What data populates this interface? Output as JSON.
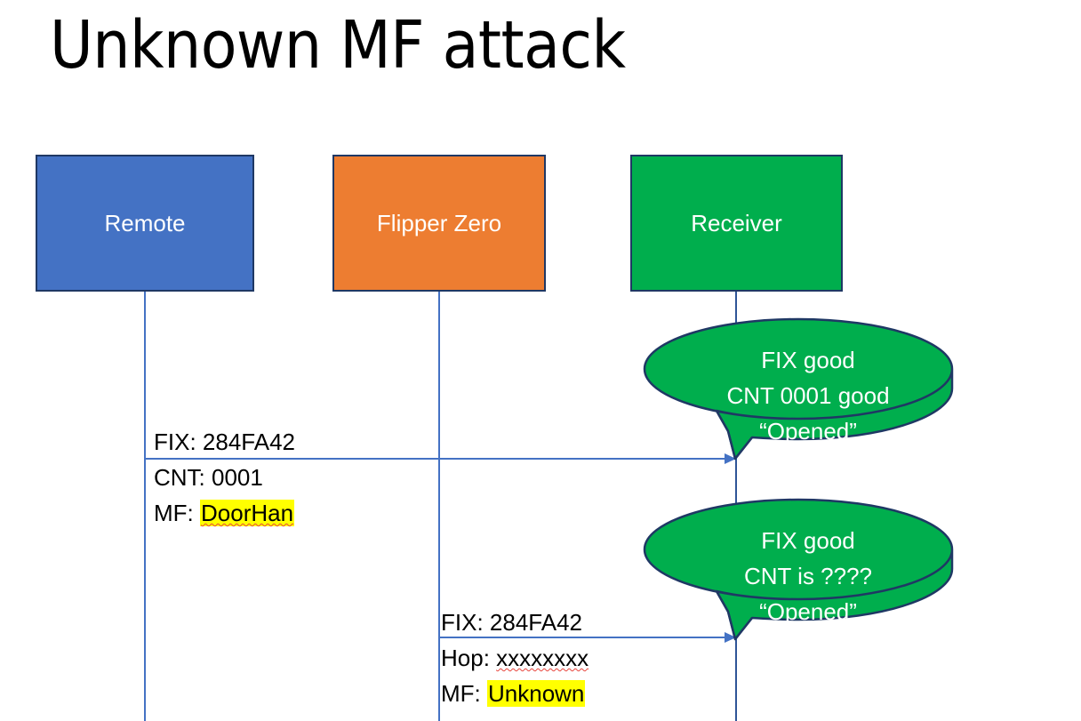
{
  "slide": {
    "title": "Unknown MF attack",
    "background_color": "#FFFFFF"
  },
  "colors": {
    "remote_fill": "#4472C4",
    "flipper_fill": "#ED7D31",
    "receiver_fill": "#00AE4D",
    "box_border": "#1F3864",
    "arrow": "#4472C4",
    "highlight": "#FFFF00",
    "spellcheck_underline": "#E8453C",
    "bubble_text": "#FFFFFF"
  },
  "actors": [
    {
      "id": "remote",
      "label": "Remote",
      "fill": "#4472C4"
    },
    {
      "id": "flipper",
      "label": "Flipper Zero",
      "fill": "#ED7D31"
    },
    {
      "id": "receiver",
      "label": "Receiver",
      "fill": "#00AE4D"
    }
  ],
  "messages": [
    {
      "id": "msg1",
      "from": "remote",
      "to": "receiver",
      "lines": [
        {
          "prefix": "FIX: ",
          "value": "284FA42",
          "highlight": false,
          "spellcheck": false
        },
        {
          "prefix": "CNT: ",
          "value": "0001",
          "highlight": false,
          "spellcheck": false
        },
        {
          "prefix": "MF: ",
          "value": "DoorHan",
          "highlight": true,
          "spellcheck": true
        }
      ]
    },
    {
      "id": "msg2",
      "from": "flipper",
      "to": "receiver",
      "lines": [
        {
          "prefix": "FIX: ",
          "value": "284FA42",
          "highlight": false,
          "spellcheck": false
        },
        {
          "prefix": "Hop: ",
          "value": "xxxxxxxx",
          "highlight": false,
          "spellcheck": true
        },
        {
          "prefix": "MF: ",
          "value": "Unknown",
          "highlight": true,
          "spellcheck": false
        }
      ]
    }
  ],
  "bubbles": [
    {
      "id": "bubble1",
      "owner": "receiver",
      "fill": "#00AE4D",
      "lines": [
        "FIX good",
        "CNT 0001 good",
        "“Opened”"
      ]
    },
    {
      "id": "bubble2",
      "owner": "receiver",
      "fill": "#00AE4D",
      "lines": [
        "FIX good",
        "CNT is ????",
        "“Opened”"
      ]
    }
  ]
}
